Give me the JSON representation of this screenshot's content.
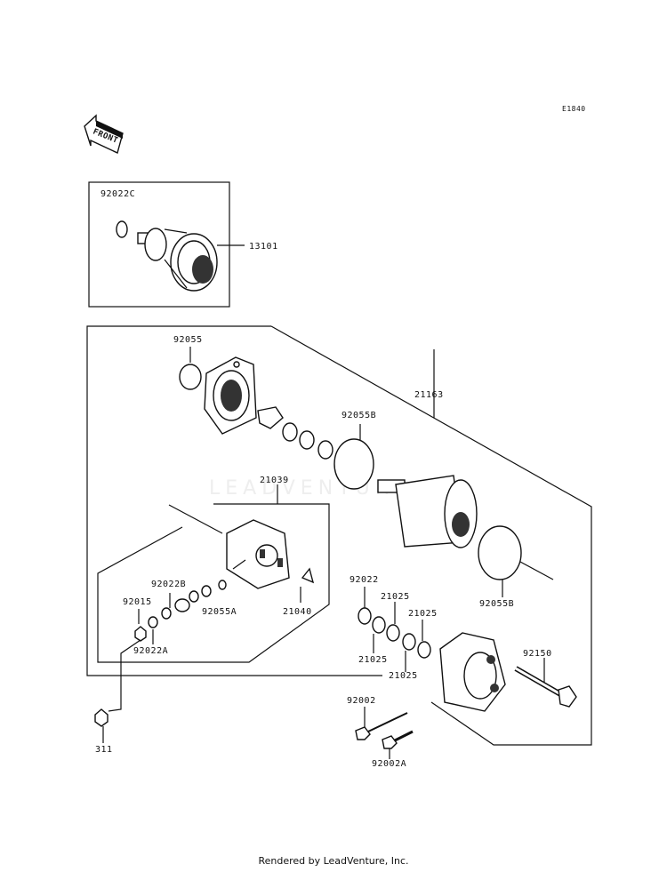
{
  "diagram": {
    "ref_code": "E1840",
    "front_label": "FRONT",
    "watermark": "LEADVENTURE",
    "footer": "Rendered by LeadVenture, Inc."
  },
  "callouts": {
    "p92022C": "92022C",
    "p13101": "13101",
    "p92055": "92055",
    "p21163": "21163",
    "p92055B_top": "92055B",
    "p21039": "21039",
    "p92022": "92022",
    "p21025_a": "21025",
    "p21025_b": "21025",
    "p21025_c": "21025",
    "p21025_d": "21025",
    "p92022B": "92022B",
    "p92015": "92015",
    "p92055A": "92055A",
    "p21040": "21040",
    "p92022A": "92022A",
    "p92055B_bot": "92055B",
    "p92150": "92150",
    "p92002": "92002",
    "p92002A": "92002A",
    "p311": "311"
  }
}
